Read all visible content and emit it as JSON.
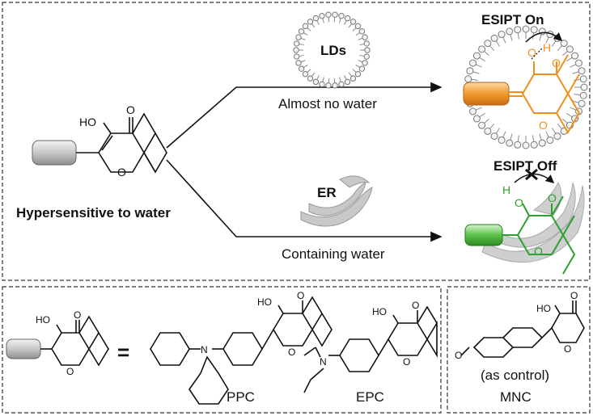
{
  "labels": {
    "lds": "LDs",
    "er": "ER",
    "almost_no_water": "Almost no water",
    "containing_water": "Containing water",
    "hypersensitive": "Hypersensitive to water",
    "esipt_on": "ESIPT On",
    "esipt_off": "ESIPT Off",
    "ppc": "PPC",
    "epc": "EPC",
    "mnc": "MNC",
    "as_control": "(as control)",
    "equals": "="
  },
  "atoms": {
    "ho": "HO",
    "o": "O",
    "h": "H",
    "n": "N"
  },
  "colors": {
    "orange": "#f0901c",
    "green": "#2ea02e",
    "gray": "#b0b0b0"
  }
}
